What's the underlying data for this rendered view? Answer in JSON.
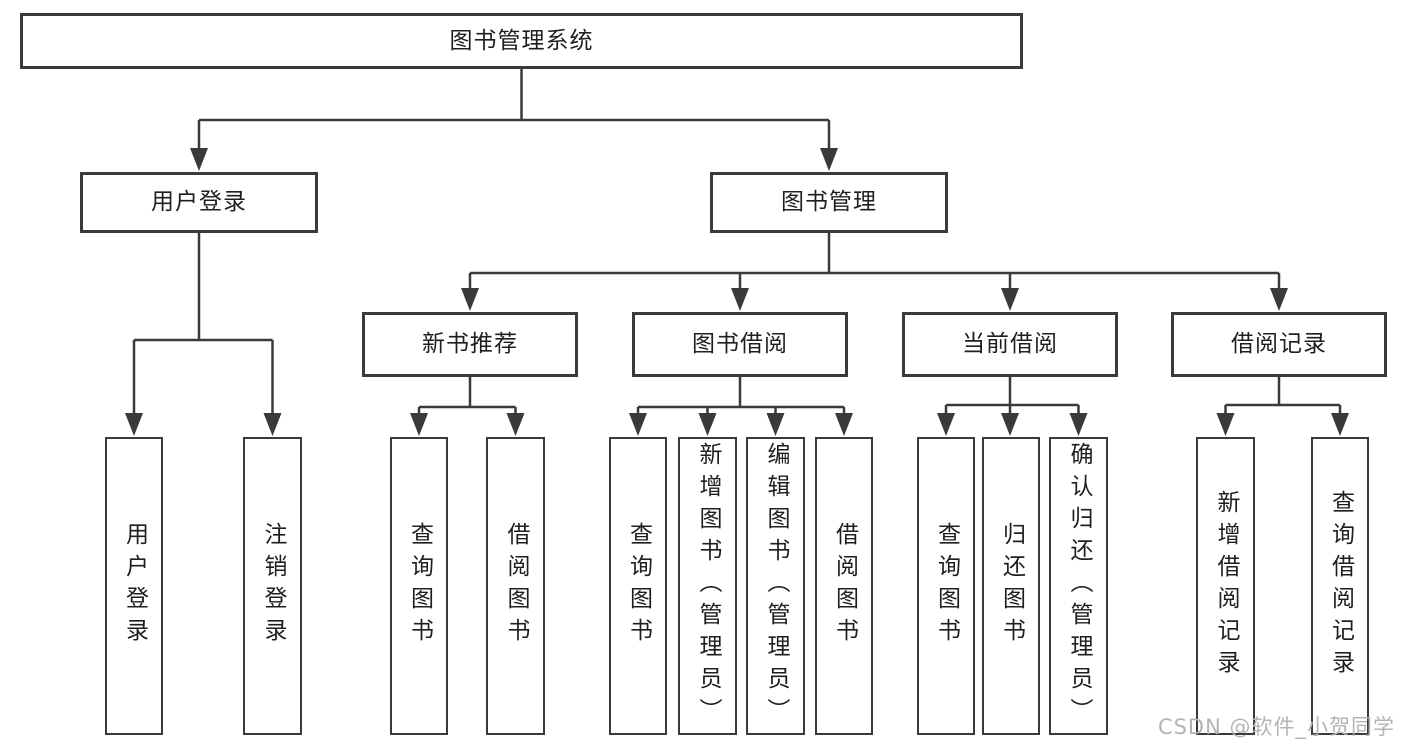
{
  "diagram": {
    "root": {
      "label": "图书管理系统"
    },
    "level2": {
      "user_login": {
        "label": "用户登录"
      },
      "book_management": {
        "label": "图书管理"
      }
    },
    "level3": {
      "new_book_recommendation": {
        "label": "新书推荐"
      },
      "book_borrowing": {
        "label": "图书借阅"
      },
      "current_borrowing": {
        "label": "当前借阅"
      },
      "borrowing_records": {
        "label": "借阅记录"
      }
    },
    "leaves": {
      "user_login_action": {
        "label": "用户登录"
      },
      "logout_action": {
        "label": "注销登录"
      },
      "recommend_query_books": {
        "label": "查询图书"
      },
      "recommend_borrow_books": {
        "label": "借阅图书"
      },
      "borrow_query_books": {
        "label": "查询图书"
      },
      "borrow_add_books_admin": {
        "label": "新增图书（管理员）"
      },
      "borrow_edit_books_admin": {
        "label": "编辑图书（管理员）"
      },
      "borrow_borrow_books": {
        "label": "借阅图书"
      },
      "current_query_books": {
        "label": "查询图书"
      },
      "current_return_books": {
        "label": "归还图书"
      },
      "current_confirm_return_admin": {
        "label": "确认归还（管理员）"
      },
      "records_add_record": {
        "label": "新增借阅记录"
      },
      "records_query_record": {
        "label": "查询借阅记录"
      }
    }
  },
  "watermark": {
    "text": "CSDN @软件_小贺同学"
  },
  "colors": {
    "line": "#3a3a3a",
    "text": "#1f1f1f",
    "watermark": "#b4b4b4",
    "background": "#ffffff"
  }
}
